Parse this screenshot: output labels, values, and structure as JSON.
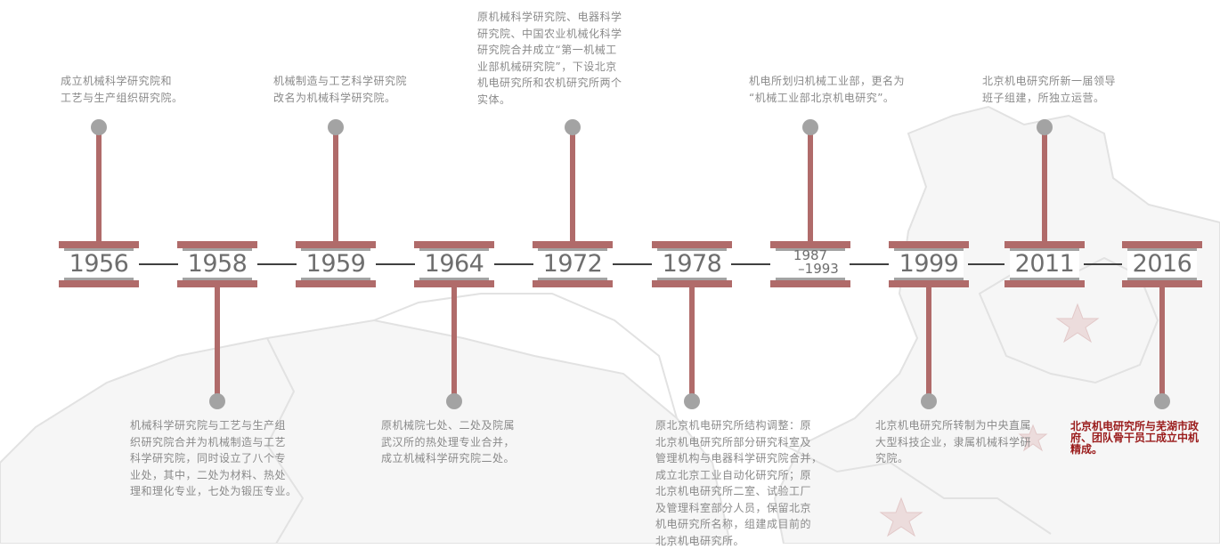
{
  "milestones": [
    {
      "year": "1956",
      "event": "成立机械科学研究院和\n工艺与生产组织研究院。",
      "side": "top"
    },
    {
      "year": "1958",
      "event": "机械科学研究院与工艺与生产组\n织研究院合并为机械制造与工艺\n科学研究院，同时设立了八个专\n业处，其中，二处为材料、热处\n理和理化专业，七处为锻压专业。",
      "side": "bottom"
    },
    {
      "year": "1959",
      "event": "机械制造与工艺科学研究院\n改名为机械科学研究院。",
      "side": "top"
    },
    {
      "year": "1964",
      "event": "原机械院七处、二处及院属\n武汉所的热处理专业合并，\n成立机械科学研究院二处。",
      "side": "bottom"
    },
    {
      "year": "1972",
      "event": "原机械科学研究院、电器科学\n研究院、中国农业机械化科学\n研究院合并成立“第一机械工\n业部机械研究院”，下设北京\n机电研究所和农机研究所两个\n实体。",
      "side": "top"
    },
    {
      "year": "1978",
      "event": "原北京机电研究所结构调整：原\n北京机电研究所部分研究科室及\n管理机构与电器科学研究院合并，\n成立北京工业自动化研究所；原\n北京机电研究所二室、试验工厂\n及管理科室部分人员，保留北京\n机电研究所名称，组建成目前的\n北京机电研究所。",
      "side": "bottom"
    },
    {
      "year_line1": "1987",
      "year_line2": "–1993",
      "event": "机电所划归机械工业部，更名为\n“机械工业部北京机电研究”。",
      "side": "top"
    },
    {
      "year": "1999",
      "event": "北京机电研究所转制为中央直属\n大型科技企业，隶属机械科学研\n究院。",
      "side": "bottom"
    },
    {
      "year": "2011",
      "event": "北京机电研究所新一届领导\n班子组建，所独立运营。",
      "side": "top"
    },
    {
      "year": "2016",
      "event": "北京机电研究所与芜湖市政\n府、团队骨干员工成立中机\n精成。",
      "side": "bottom"
    }
  ],
  "colors": {
    "accent": "#b06b6a",
    "dot": "#a3a3a3",
    "line": "#404040",
    "text": "#8a8a8a",
    "highlight": "#9a1b1b"
  }
}
